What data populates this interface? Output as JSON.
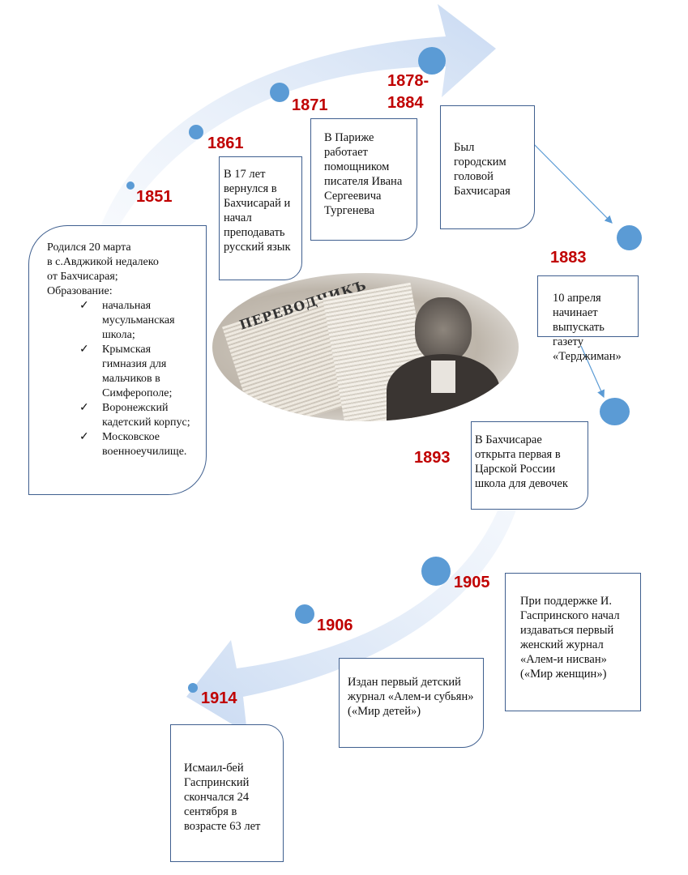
{
  "events": [
    {
      "year": "1851",
      "text_lines": [
        "Родился 20 марта",
        "в с.Авджикой недалеко",
        "от Бахчисарая;",
        "Образование:"
      ],
      "education": [
        "начальная мусульманская школа;",
        "Крымская гимназия для мальчиков в Симферополе;",
        "Воронежский кадетский корпус;",
        "Московское военноеучилище."
      ]
    },
    {
      "year": "1861",
      "text": "В 17 лет вернулся в Бахчисарай и начал преподавать русский язык"
    },
    {
      "year": "1871",
      "text": "В Париже работает помощником писателя Ивана Сергеевича Тургенева"
    },
    {
      "year_a": "1878-",
      "year_b": "1884",
      "text": "Был городским головой Бахчисарая"
    },
    {
      "year": "1883",
      "text": "10 апреля начинает выпускать газету «Терджиман»"
    },
    {
      "year": "1893",
      "text": "В Бахчисарае открыта первая в Царской России школа для девочек"
    },
    {
      "year": "1905",
      "text": "При поддержке И. Гаспринского начал издаваться первый женский журнал «Алем-и нисван» («Мир женщин»)"
    },
    {
      "year": "1906",
      "text": "Издан первый детский журнал «Алем-и субьян» («Мир детей»)"
    },
    {
      "year": "1914",
      "text": "Исмаил-бей Гаспринский скончался 24 сентября в возрасте 63 лет"
    }
  ],
  "photo": {
    "newspaper_masthead": "ПЕРЕВОДЧИКЪ"
  },
  "colors": {
    "year": "#c00000",
    "dot": "#5b9bd5",
    "arrow": "#dbe7f7",
    "border": "#3f5f8f"
  }
}
